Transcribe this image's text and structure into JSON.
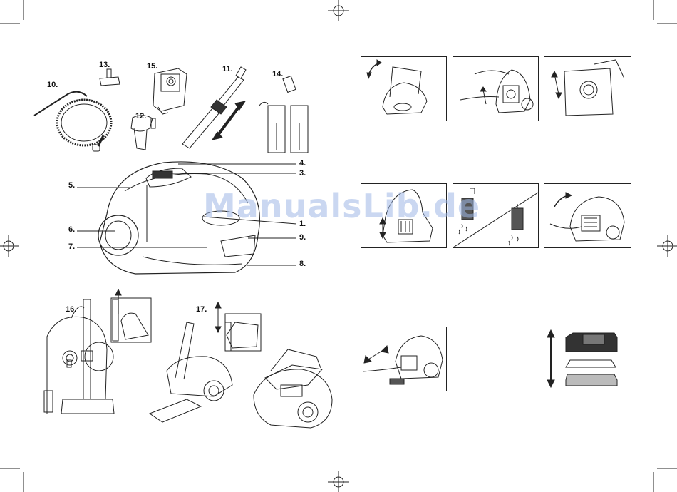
{
  "watermark": "ManualsLib.de",
  "part_labels": {
    "p1": "1.",
    "p4": "4.",
    "p3": "3.",
    "p5": "5.",
    "p6": "6.",
    "p7": "7.",
    "p8": "8.",
    "p9": "9.",
    "p10": "10.",
    "p11": "11.",
    "p12": "12.",
    "p13": "13.",
    "p14": "14.",
    "p15": "15.",
    "p16": "16.",
    "p17": "17."
  }
}
